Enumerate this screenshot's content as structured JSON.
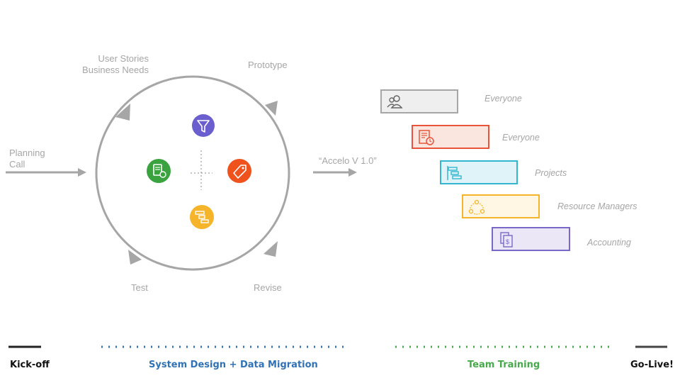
{
  "cycle": {
    "labels": {
      "user_stories": "User Stories",
      "business_needs": "Business Needs",
      "prototype": "Prototype",
      "planning_call_line1": "Planning",
      "planning_call_line2": "Call",
      "test": "Test",
      "revise": "Revise"
    },
    "icons": [
      {
        "name": "funnel-icon",
        "color": "#6b5fcf"
      },
      {
        "name": "document-refresh-icon",
        "color": "#3aa23f"
      },
      {
        "name": "tag-icon",
        "color": "#f0521d"
      },
      {
        "name": "gantt-icon",
        "color": "#f6b42a"
      }
    ]
  },
  "release": {
    "label": "“Accelo V 1.0”"
  },
  "rollout": [
    {
      "icon": "users-icon",
      "audience": "Everyone",
      "border": "#a6a6a6",
      "fill": "#efefef"
    },
    {
      "icon": "timesheet-icon",
      "audience": "Everyone",
      "border": "#e8533a",
      "fill": "#fbe5df"
    },
    {
      "icon": "gantt-icon",
      "audience": "Projects",
      "border": "#35b6d0",
      "fill": "#dff3f8"
    },
    {
      "icon": "resource-network-icon",
      "audience": "Resource Managers",
      "border": "#f6b42a",
      "fill": "#fff6e4"
    },
    {
      "icon": "invoice-icon",
      "audience": "Accounting",
      "border": "#7a68c8",
      "fill": "#ebe7f7"
    }
  ],
  "timeline": {
    "kickoff": "Kick-off",
    "system_design": "System Design + Data Migration",
    "team_training": "Team Training",
    "go_live": "Go-Live!",
    "colors": {
      "design": "#3072b5",
      "training": "#46a94a",
      "marker": "#222222"
    }
  }
}
